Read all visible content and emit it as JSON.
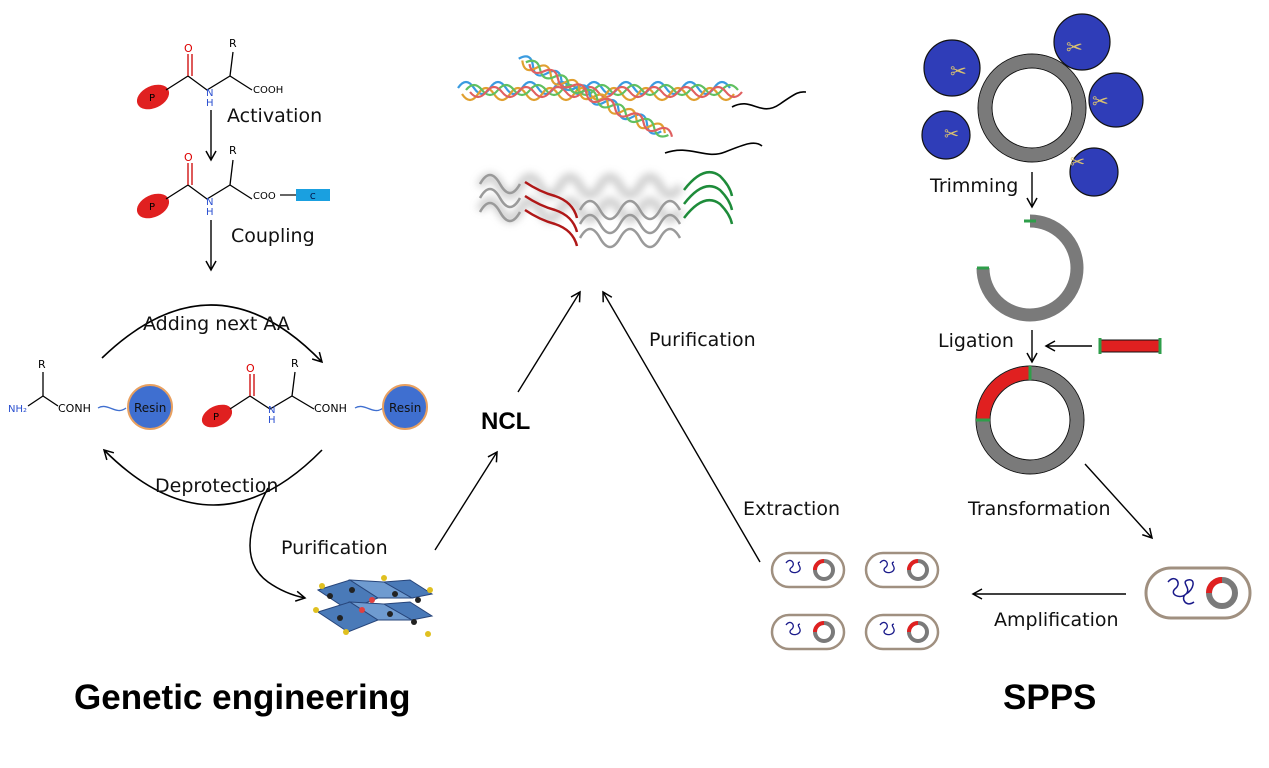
{
  "labels": {
    "activation": "Activation",
    "coupling": "Coupling",
    "adding_next_aa": "Adding next AA",
    "deprotection": "Deprotection",
    "purification_left": "Purification",
    "ncl": "NCL",
    "purification_center": "Purification",
    "extraction": "Extraction",
    "trimming": "Trimming",
    "ligation": "Ligation",
    "transformation": "Transformation",
    "amplification": "Amplification"
  },
  "titles": {
    "left": "Genetic engineering",
    "right": "SPPS"
  },
  "chem": {
    "r": "R",
    "cooh": "COOH",
    "coo": "COO",
    "c": "C",
    "nh": "NH",
    "nh2": "NH₂",
    "conh": "CONH",
    "p": "P",
    "o": "O",
    "h": "H",
    "n": "N",
    "resin": "Resin"
  },
  "colors": {
    "protecting_group": "#e02020",
    "resin": "#3f6fd0",
    "activator": "#1aa0e0",
    "enzyme": "#2f3db8",
    "plasmid": "#7a7a7a",
    "insert": "#e02020",
    "sticky_end": "#2e9e4a"
  }
}
